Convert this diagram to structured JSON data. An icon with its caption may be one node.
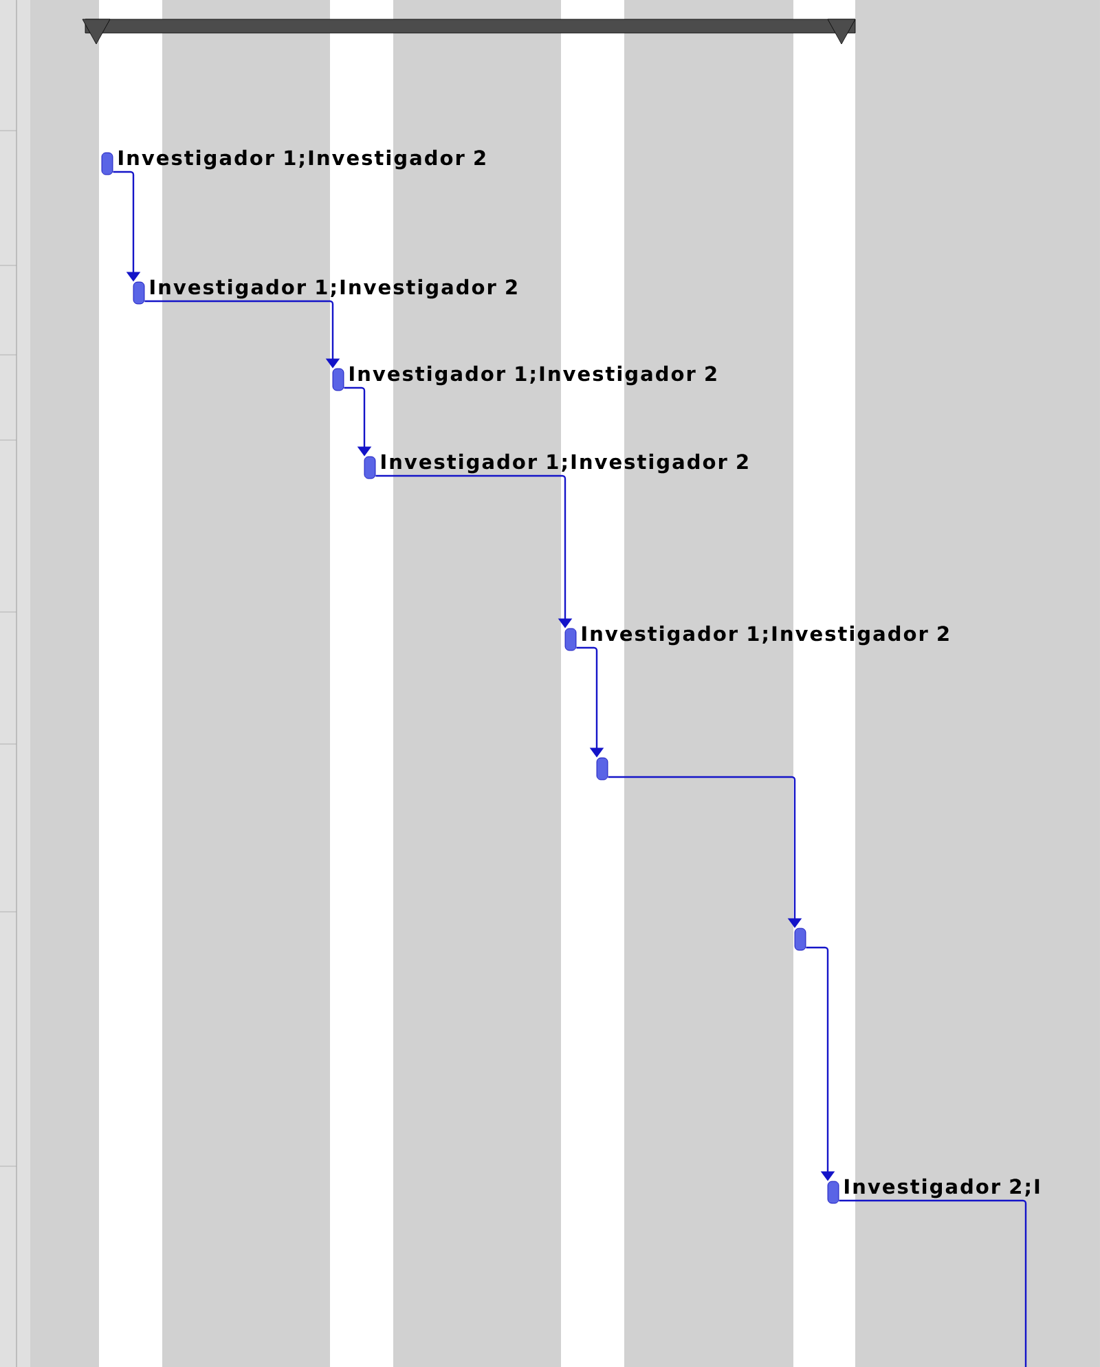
{
  "diagram": {
    "nodes": [
      {
        "text": [],
        "shape": "bar",
        "beside": [
          "Investigador 1;Investigador 2"
        ]
      },
      {
        "text": [],
        "shape": "bar",
        "beside": [
          "Investigador 1;Investigador 2"
        ]
      },
      {
        "text": [],
        "shape": "bar",
        "beside": [
          "Investigador 1;Investigador 2"
        ]
      },
      {
        "text": [],
        "shape": "bar",
        "beside": [
          "Investigador 1;Investigador 2"
        ]
      },
      {
        "text": [],
        "shape": "bar",
        "beside": [
          "Investigador 1;Investigador 2"
        ]
      },
      {
        "text": [],
        "shape": "bar"
      },
      {
        "text": [],
        "shape": "bar"
      },
      {
        "text": [],
        "shape": "bar",
        "beside": [
          "Investigador 2;I"
        ]
      }
    ],
    "edges": [
      {
        "from": 0,
        "to": 1,
        "arrow": "to"
      },
      {
        "from": 1,
        "to": 2,
        "arrow": "to"
      },
      {
        "from": 2,
        "to": 3,
        "arrow": "to"
      },
      {
        "from": 3,
        "to": 4,
        "arrow": "to"
      },
      {
        "from": 4,
        "to": 5,
        "arrow": "to"
      },
      {
        "from": 5,
        "to": 6,
        "arrow": "to"
      },
      {
        "from": 6,
        "to": 7,
        "arrow": "to"
      },
      {
        "from": 7,
        "to": null,
        "arrow": "none"
      }
    ]
  }
}
